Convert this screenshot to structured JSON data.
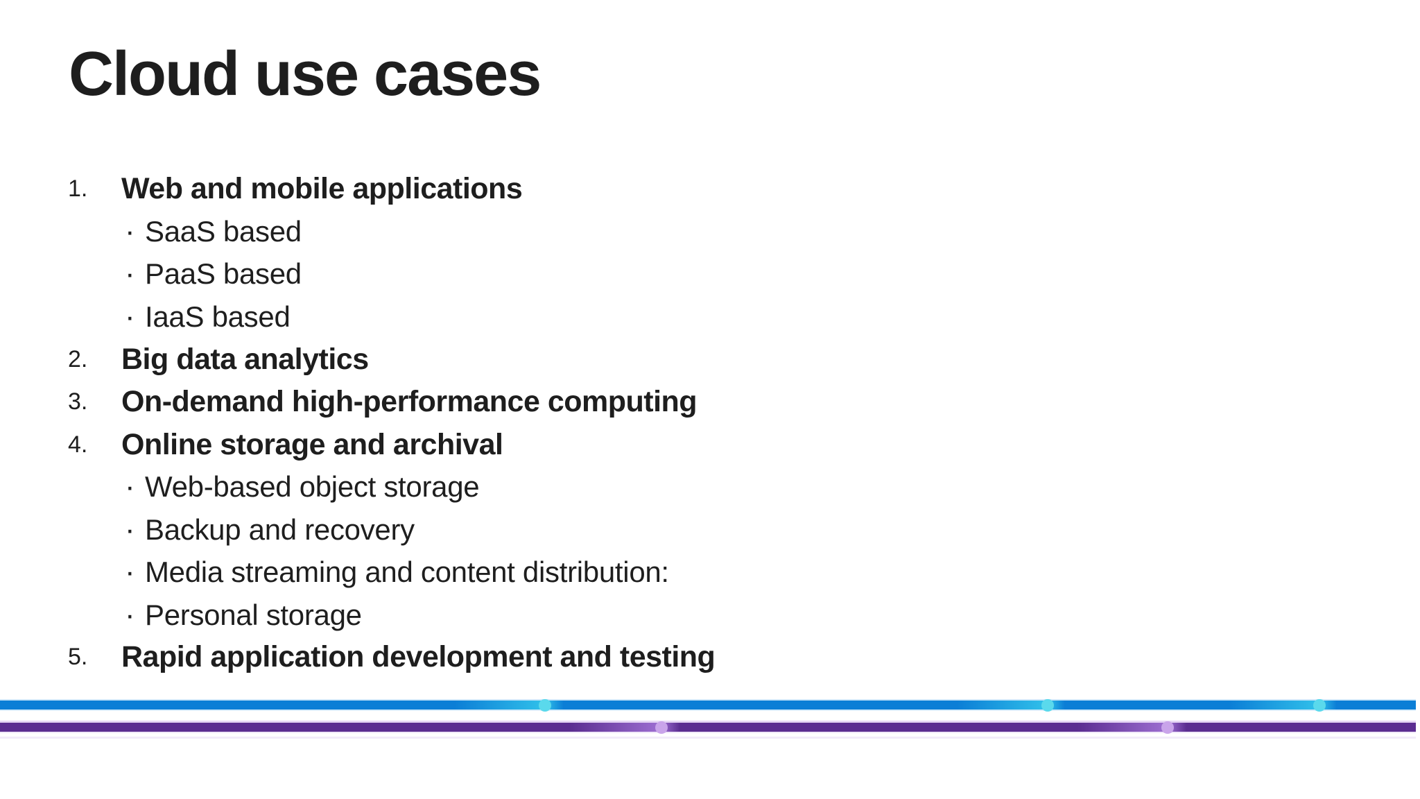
{
  "slide_title": "Cloud use cases",
  "list": {
    "bullet_char": "·",
    "items": [
      {
        "number": "1.",
        "label": "Web and mobile applications",
        "children": [
          "SaaS based",
          "PaaS based",
          "IaaS based"
        ]
      },
      {
        "number": "2.",
        "label": "Big data analytics",
        "children": []
      },
      {
        "number": "3.",
        "label": "On-demand high-performance computing",
        "children": []
      },
      {
        "number": "4.",
        "label": "Online storage and archival",
        "children": [
          "Web-based object storage",
          "Backup and recovery",
          "Media streaming and content distribution:",
          "Personal storage"
        ]
      },
      {
        "number": "5.",
        "label": "Rapid application development and testing",
        "children": []
      }
    ]
  },
  "colors": {
    "text_color": "#1e1e1e",
    "blue_bar_color": "#0c7ed6",
    "blue_glow_color": "#31c1ea",
    "blue_dot_color": "#5ad9ec",
    "purple_bar_color": "#5b2d91",
    "purple_glow_color": "#9e6fd2",
    "purple_dot_color": "#c9a4ea"
  }
}
